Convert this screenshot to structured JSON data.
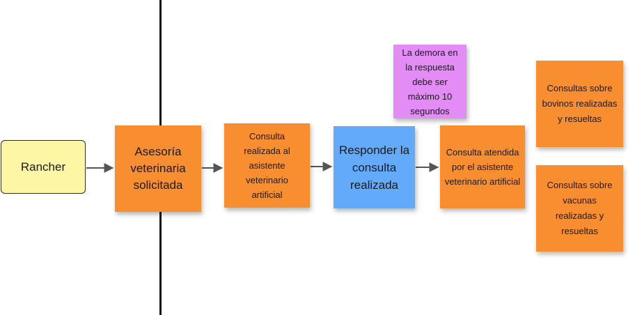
{
  "diagram": {
    "nodes": {
      "rancher": "Rancher",
      "asesoria": "Asesoría veterinaria solicitada",
      "consulta_realizada": "Consulta realizada al asistente veterinario artificial",
      "responder": "Responder la consulta realizada",
      "consulta_atendida": "Consulta atendida por el asistente veterinario artificial",
      "demora": "La demora en la respuesta debe ser máximo 10 segundos",
      "bovinos": "Consultas sobre bovinos realizadas y resueltas",
      "vacunas": "Consultas sobre vacunas realizadas y resueltas"
    },
    "edges": [
      {
        "from": "rancher",
        "to": "asesoria"
      },
      {
        "from": "asesoria",
        "to": "consulta_realizada"
      },
      {
        "from": "consulta_realizada",
        "to": "responder"
      },
      {
        "from": "responder",
        "to": "consulta_atendida"
      }
    ]
  },
  "colors": {
    "actor": "#fdf6a4",
    "event": "#f98e31",
    "command": "#63aafb",
    "policy": "#e38cf5",
    "line": "#111111",
    "arrow": "#555555"
  }
}
